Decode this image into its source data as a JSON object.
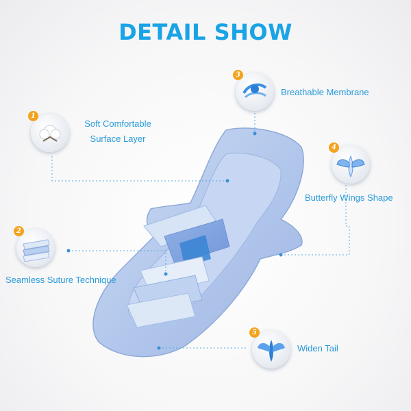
{
  "title": "DETAIL SHOW",
  "features": [
    {
      "number": "1",
      "label_line1": "Soft Comfortable",
      "label_line2": "Surface Layer",
      "icon": "cotton-icon"
    },
    {
      "number": "2",
      "label": "Seamless Suture Technique",
      "icon": "layers-icon"
    },
    {
      "number": "3",
      "label": "Breathable Membrane",
      "icon": "airflow-icon"
    },
    {
      "number": "4",
      "label": "Butterfly Wings Shape",
      "icon": "wings-icon"
    },
    {
      "number": "5",
      "label": "Widen Tail",
      "icon": "tail-wings-icon"
    }
  ],
  "colors": {
    "accent": "#1aa3e6",
    "badge_number": "#f3a21a",
    "pad_blue": "#a9c1e8",
    "callout_line": "#5aa8de"
  }
}
